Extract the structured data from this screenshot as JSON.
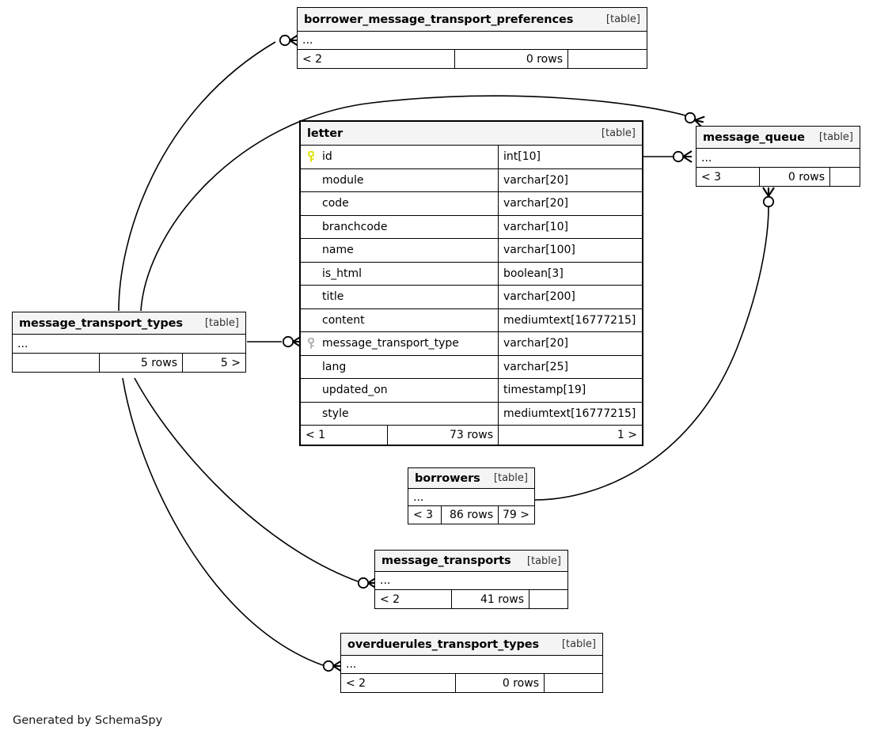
{
  "diagram": {
    "generator_text": "Generated by SchemaSpy",
    "table_tag": "[table]",
    "ellipsis": "...",
    "colors": {
      "primary_key_icon": "#e8e800",
      "foreign_key_icon": "#b4b4b4",
      "header_background": "#f4f4f4",
      "border": "#000000",
      "background": "#ffffff"
    }
  },
  "tables": [
    {
      "id": "borrower_message_transport_preferences",
      "name": "borrower_message_transport_preferences",
      "tag": "[table]",
      "body": "...",
      "footer": {
        "left": "< 2",
        "middle": "0 rows",
        "right": ""
      }
    },
    {
      "id": "letter",
      "name": "letter",
      "tag": "[table]",
      "columns": [
        {
          "name": "id",
          "type": "int[10]",
          "key": "primary"
        },
        {
          "name": "module",
          "type": "varchar[20]",
          "key": "none"
        },
        {
          "name": "code",
          "type": "varchar[20]",
          "key": "none"
        },
        {
          "name": "branchcode",
          "type": "varchar[10]",
          "key": "none"
        },
        {
          "name": "name",
          "type": "varchar[100]",
          "key": "none"
        },
        {
          "name": "is_html",
          "type": "boolean[3]",
          "key": "none"
        },
        {
          "name": "title",
          "type": "varchar[200]",
          "key": "none"
        },
        {
          "name": "content",
          "type": "mediumtext[16777215]",
          "key": "none"
        },
        {
          "name": "message_transport_type",
          "type": "varchar[20]",
          "key": "foreign"
        },
        {
          "name": "lang",
          "type": "varchar[25]",
          "key": "none"
        },
        {
          "name": "updated_on",
          "type": "timestamp[19]",
          "key": "none"
        },
        {
          "name": "style",
          "type": "mediumtext[16777215]",
          "key": "none"
        }
      ],
      "footer": {
        "left": "< 1",
        "middle": "73 rows",
        "right": "1 >"
      }
    },
    {
      "id": "message_queue",
      "name": "message_queue",
      "tag": "[table]",
      "body": "...",
      "footer": {
        "left": "< 3",
        "middle": "0 rows",
        "right": ""
      }
    },
    {
      "id": "message_transport_types",
      "name": "message_transport_types",
      "tag": "[table]",
      "body": "...",
      "footer": {
        "left": "",
        "middle": "5 rows",
        "right": "5 >"
      }
    },
    {
      "id": "borrowers",
      "name": "borrowers",
      "tag": "[table]",
      "body": "...",
      "footer": {
        "left": "< 3",
        "middle": "86 rows",
        "right": "79 >"
      }
    },
    {
      "id": "message_transports",
      "name": "message_transports",
      "tag": "[table]",
      "body": "...",
      "footer": {
        "left": "< 2",
        "middle": "41 rows",
        "right": ""
      }
    },
    {
      "id": "overduerules_transport_types",
      "name": "overduerules_transport_types",
      "tag": "[table]",
      "body": "...",
      "footer": {
        "left": "< 2",
        "middle": "0 rows",
        "right": ""
      }
    }
  ],
  "relationships": [
    {
      "from": "message_transport_types",
      "to": "borrower_message_transport_preferences"
    },
    {
      "from": "message_transport_types",
      "to": "letter"
    },
    {
      "from": "message_transport_types",
      "to": "message_queue"
    },
    {
      "from": "message_transport_types",
      "to": "message_transports"
    },
    {
      "from": "message_transport_types",
      "to": "overduerules_transport_types"
    },
    {
      "from": "letter",
      "to": "message_queue"
    },
    {
      "from": "borrowers",
      "to": "message_queue"
    }
  ]
}
